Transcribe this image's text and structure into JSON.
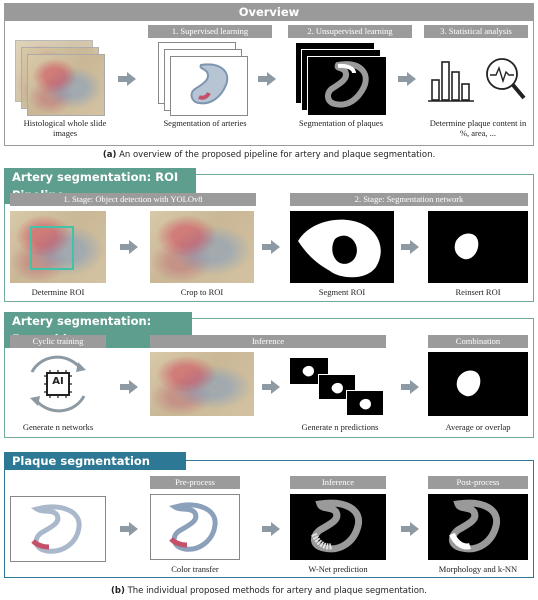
{
  "overview": {
    "title": "Overview",
    "stages": [
      "1. Supervised learning",
      "2. Unsupervised learning",
      "3. Statistical analysis"
    ],
    "captions": [
      "Histological whole slide images",
      "Segmentation of arteries",
      "Segmentation of plaques",
      "Determine plaque content in %, area, ..."
    ],
    "figure_caption_label": "(a)",
    "figure_caption_text": "An overview of the proposed pipeline for artery and plaque segmentation."
  },
  "roi": {
    "title": "Artery segmentation: ROI Pipeline",
    "stages": [
      "1. Stage: Object detection with YOLOv8",
      "2. Stage: Segmentation network"
    ],
    "captions": [
      "Determine ROI",
      "Crop to ROI",
      "Segment ROI",
      "Reinsert ROI"
    ]
  },
  "ensemble": {
    "title": "Artery segmentation: Ensemble",
    "stages": [
      "Cyclic training",
      "Inference",
      "Combination"
    ],
    "chip_label": "AI",
    "captions": [
      "Generate n networks",
      "Generate n predictions",
      "Average or overlap"
    ]
  },
  "plaque": {
    "title": "Plaque segmentation",
    "stages": [
      "Pre-process",
      "Inference",
      "Post-process"
    ],
    "captions": [
      "Color transfer",
      "W-Net prediction",
      "Morphology and k-NN"
    ]
  },
  "figure_caption_b_label": "(b)",
  "figure_caption_b_text": "The individual proposed methods for artery and plaque segmentation.",
  "colors": {
    "teal": "#5e9e8e",
    "blue": "#2d7894",
    "grey": "#9a9a9a",
    "arrow": "#8e9aa3"
  }
}
